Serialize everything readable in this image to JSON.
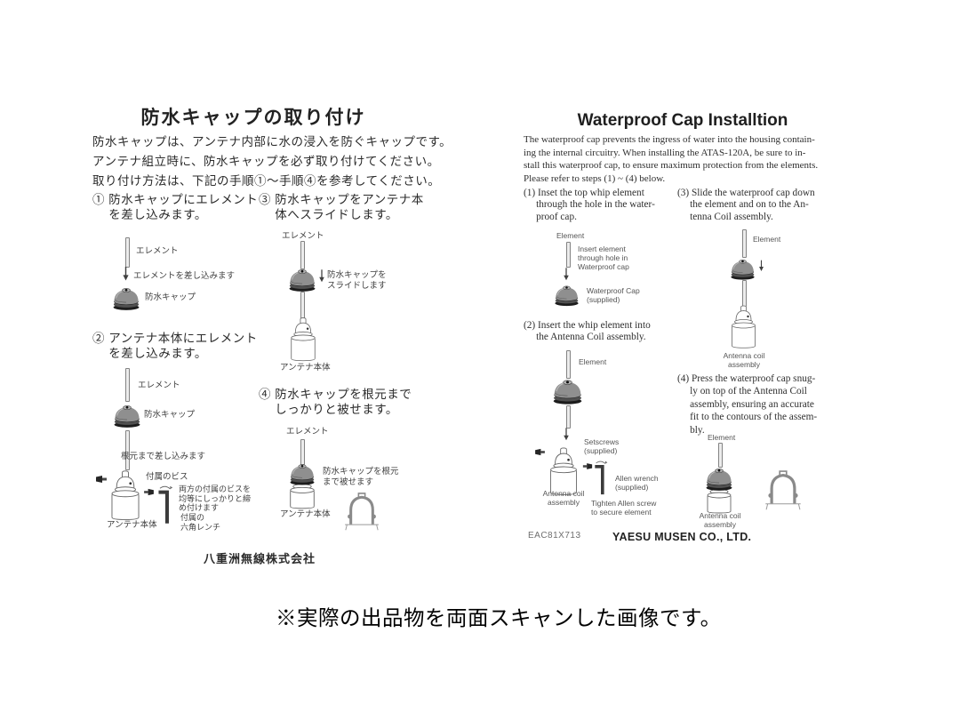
{
  "jp": {
    "title": "防水キャップの取り付け",
    "intro": "防水キャップは、アンテナ内部に水の浸入を防ぐキャップです。\nアンテナ組立時に、防水キャップを必ず取り付けてください。\n取り付け方法は、下記の手順①～手順④を参考してください。",
    "step1": {
      "heading": "① 防水キャップにエレメント\n　 を差し込みます。",
      "element_label": "エレメント",
      "insert_label": "エレメントを差し込みます",
      "cap_label": "防水キャップ"
    },
    "step2": {
      "heading": "② アンテナ本体にエレメント\n　 を差し込みます。",
      "element_label": "エレメント",
      "cap_label": "防水キャップ",
      "base_label": "根元まで差し込みます",
      "screw_label": "付属のビス",
      "tighten_label": "両方の付属のビスを\n均等にしっかりと締\nめ付けます",
      "wrench_label": "付属の\n六角レンチ",
      "body_label": "アンテナ本体"
    },
    "step3": {
      "heading": "③ 防水キャップをアンテナ本\n　 体へスライドします。",
      "element_label": "エレメント",
      "slide_label": "防水キャップを\nスライドします",
      "body_label": "アンテナ本体"
    },
    "step4": {
      "heading": "④ 防水キャップを根元まで\n　 しっかりと被せます。",
      "element_label": "エレメント",
      "fit_label": "防水キャップを根元\nまで被せます",
      "body_label": "アンテナ本体"
    },
    "company": "八重洲無線株式会社"
  },
  "en": {
    "title": "Waterproof Cap Installtion",
    "intro": "The waterproof cap prevents the ingress of water into the housing contain-\ning the internal circuitry. When installing the ATAS-120A, be sure to in-\nstall this waterproof cap, to ensure maximum protection from the elements.\nPlease refer to steps (1) ~ (4) below.",
    "step1": {
      "heading": "(1) Inset the top whip element\n     through the hole in the water-\n     proof cap.",
      "element_label": "Element",
      "insert_label": "Insert element\nthrough hole in\nWaterproof cap",
      "cap_label": "Waterproof Cap\n(supplied)"
    },
    "step2": {
      "heading": "(2) Insert the whip element into\n     the Antenna Coil assembly.",
      "element_label": "Element"
    },
    "assembly": {
      "setscrews_label": "Setscrews\n(supplied)",
      "wrench_label": "Allen wrench\n(supplied)",
      "body_label": "Antenna coil\nassembly",
      "tighten_label": "Tighten Allen screw\nto secure element"
    },
    "step3": {
      "heading": "(3) Slide the waterproof cap down\n     the element and on to the An-\n     tenna Coil assembly.",
      "element_label": "Element",
      "body_label": "Antenna coil\nassembly"
    },
    "step4": {
      "heading": "(4) Press the waterproof cap snug-\n     ly on top of the Antenna Coil\n     assembly, ensuring an accurate\n     fit to the contours of the assem-\n     bly.",
      "element_label": "Element",
      "body_label": "Antenna coil\nassembly"
    },
    "doc_code": "EAC81X713",
    "company": "YAESU MUSEN CO., LTD."
  },
  "caption": "※実際の出品物を両面スキャンした画像です。"
}
